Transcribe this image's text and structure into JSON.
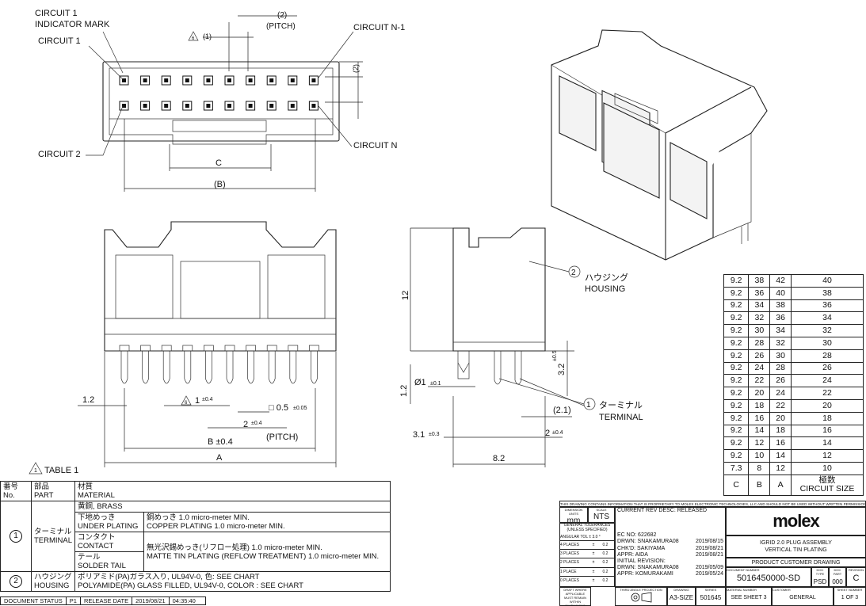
{
  "top_view": {
    "circuit1_indicator": [
      "CIRCUIT 1",
      "INDICATOR MARK"
    ],
    "circuit1": "CIRCUIT 1",
    "circuit2": "CIRCUIT  2",
    "circuitN1": "CIRCUIT N-1",
    "circuitN": "CIRCUIT N",
    "pitch_value": "(2)",
    "pitch_label": "(PITCH)",
    "tol_note": "(1)",
    "tol_ref": "6",
    "side_dim": "(2)",
    "dim_c": "C",
    "dim_b": "(B)"
  },
  "front_view": {
    "dim_12": "1.2",
    "dim_1": "1",
    "dim_1_tol": "±0.4",
    "dim_1_ref": "6",
    "square_dim": "□ 0.5",
    "square_tol": "±0.05",
    "pitch_dim": "2",
    "pitch_tol": "±0.4",
    "pitch_label": "(PITCH)",
    "b_dim": "B ±0.4",
    "a_dim": "A",
    "table_label": "TABLE 1",
    "table_ref": "1"
  },
  "side_view": {
    "height": "12",
    "pin_len": "1.2",
    "dia": "Ø1",
    "dia_tol": "±0.1",
    "dim_32": "3.2",
    "dim_32_tol": "±0.5",
    "dim_21": "(2.1)",
    "dim_31": "3.1",
    "dim_31_tol": "±0.3",
    "dim_2": "2",
    "dim_2_tol": "±0.4",
    "dim_82": "8.2",
    "housing_num": "2",
    "housing_jp": "ハウジング",
    "housing_en": "HOUSING",
    "terminal_num": "1",
    "terminal_jp": "ターミナル",
    "terminal_en": "TERMINAL"
  },
  "size_table": {
    "rows": [
      [
        "9.2",
        "38",
        "42",
        "40"
      ],
      [
        "9.2",
        "36",
        "40",
        "38"
      ],
      [
        "9.2",
        "34",
        "38",
        "36"
      ],
      [
        "9.2",
        "32",
        "36",
        "34"
      ],
      [
        "9.2",
        "30",
        "34",
        "32"
      ],
      [
        "9.2",
        "28",
        "32",
        "30"
      ],
      [
        "9.2",
        "26",
        "30",
        "28"
      ],
      [
        "9.2",
        "24",
        "28",
        "26"
      ],
      [
        "9.2",
        "22",
        "26",
        "24"
      ],
      [
        "9.2",
        "20",
        "24",
        "22"
      ],
      [
        "9.2",
        "18",
        "22",
        "20"
      ],
      [
        "9.2",
        "16",
        "20",
        "18"
      ],
      [
        "9.2",
        "14",
        "18",
        "16"
      ],
      [
        "9.2",
        "12",
        "16",
        "14"
      ],
      [
        "9.2",
        "10",
        "14",
        "12"
      ],
      [
        "7.3",
        "8",
        "12",
        "10"
      ]
    ],
    "headers": [
      "C",
      "B",
      "A"
    ],
    "last_header_jp": "極数",
    "last_header_en": "CIRCUIT SIZE"
  },
  "materials": {
    "col_no": [
      "番号",
      "No."
    ],
    "col_part": [
      "部品",
      "PART"
    ],
    "col_material": [
      "材質",
      "MATERIAL"
    ],
    "terminal_no": "1",
    "terminal_part": [
      "ターミナル",
      "TERMINAL"
    ],
    "brass": "黄銅, BRASS",
    "under_plating": [
      "下地めっき",
      "UNDER PLATING"
    ],
    "copper": [
      "銅めっき 1.0 micro-meter MIN.",
      "COPPER PLATING 1.0 micro-meter  MIN."
    ],
    "contact": [
      "コンタクト",
      "CONTACT"
    ],
    "solder_tail": [
      "テール",
      "SOLDER TAIL"
    ],
    "tin": [
      "無光沢錫めっき(リフロー処理) 1.0 micro-meter MIN.",
      "MATTE TIN PLATING (REFLOW TREATMENT) 1.0 micro-meter MIN."
    ],
    "housing_no": "2",
    "housing_part": [
      "ハウジング",
      "HOUSING"
    ],
    "housing_mat": [
      "ポリアミド(PA)ガラス入り, UL94V-0, 色: SEE CHART",
      "POLYAMIDE(PA) GLASS FILLED, UL94V-0, COLOR : SEE CHART"
    ]
  },
  "status": {
    "label": "DOCUMENT STATUS",
    "status": "P1",
    "release_label": "RELEASE DATE",
    "date": "2019/08/21",
    "time": "04:35:40"
  },
  "title_block": {
    "proprietary": "THIS DRAWING CONTAINS INFORMATION THAT IS PROPRIETARY TO MOLEX ELECTRONIC TECHNOLOGIES, LLC AND SHOULD NOT BE USED WITHOUT WRITTEN PERMISSION",
    "dim_units_label": "DIMENSION UNITS",
    "scale_label": "SCALE",
    "units": "mm",
    "scale": "NTS",
    "gen_tol": [
      "GENERAL TOLERANCES",
      "(UNLESS SPECIFIED)"
    ],
    "angular": "ANGULAR TOL ±  3.0 °",
    "tols": [
      [
        "4 PLACES",
        "±",
        "0.2"
      ],
      [
        "3 PLACES",
        "±",
        "0.2"
      ],
      [
        "2 PLACES",
        "±",
        "0.2"
      ],
      [
        "1 PLACE",
        "±",
        "0.2"
      ],
      [
        "0 PLACES",
        "±",
        "0.2"
      ]
    ],
    "draft": [
      "DRAFT WHERE APPLICABLE",
      "MUST REMAIN",
      "WITHIN DIMENSIONS"
    ],
    "current_rev": "CURRENT REV DESC: RELEASED",
    "ec_no": "EC NO:  622682",
    "drwn": "DRWN:  SNAKAMURA08",
    "drwn_date": "2019/08/15",
    "chkd": "CHK'D:  SAKIYAMA",
    "chkd_date": "2019/08/21",
    "appr": "APPR:  AIDA",
    "appr_date": "2019/08/21",
    "initial_rev": "INITIAL REVISION:",
    "i_drwn": "DRWN:  SNAKAMURA08",
    "i_drwn_date": "2019/05/09",
    "i_appr": "APPR:  KOMURAKAMI",
    "i_appr_date": "2019/05/24",
    "logo": "molex",
    "product_title": [
      "IGRID 2.0 PLUG ASSEMBLY",
      "VERTICAL TIN PLATING"
    ],
    "drawing_type": "PRODUCT CUSTOMER DRAWING",
    "doc_number_label": "DOCUMENT NUMBER",
    "doc_number": "5016450000-SD",
    "doc_type_label": "DOC TYPE",
    "doc_part_label": "DOC PART",
    "revision_label": "REVISION",
    "doc_type": "PSD",
    "doc_part": "000",
    "revision": "C",
    "projection_label": "THIRD ANGLE PROJECTION",
    "drawing_label": "DRAWING",
    "series_label": "SERIES",
    "material_number_label": "MATERIAL NUMBER",
    "customer_label": "CUSTOMER",
    "sheet_number_label": "SHEET NUMBER",
    "size": "A3-SIZE",
    "series": "501645",
    "material": "SEE SHEET 3",
    "customer": "GENERAL",
    "sheet": "1 OF 3"
  }
}
